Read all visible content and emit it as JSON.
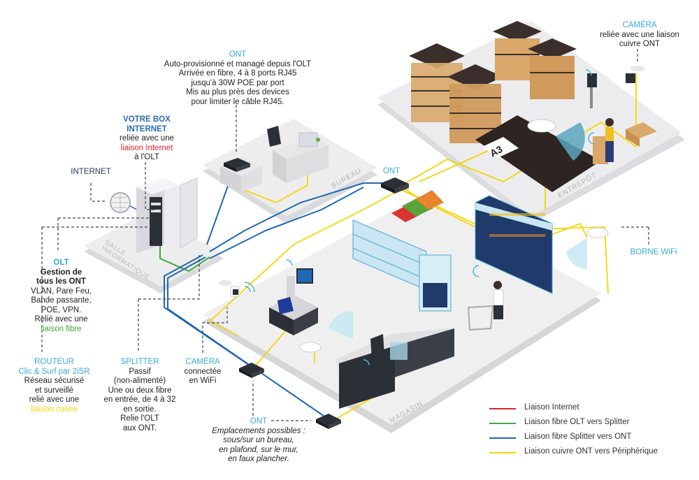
{
  "colors": {
    "internet": "#e2202a",
    "fibre_olt_splitter": "#3cab3c",
    "fibre_splitter_ont": "#1f68b4",
    "cuivre": "#f4d600",
    "accent_title": "#3aa9d8",
    "floor": "#eeeeef",
    "floor_edge": "#d9d9db",
    "dark": "#2b2f36",
    "box": "#d9a86a"
  },
  "rooms": {
    "salle": "SALLE INFORMATIQUE",
    "bureau": "BUREAU",
    "entrepot": "ENTREPÔT",
    "magasin": "MAGASIN",
    "aisle_marker": "A3"
  },
  "labels": {
    "ont_top": {
      "title": "ONT",
      "lines": [
        "Auto-provisionné et managé depuis l'OLT",
        "Arrivée en fibre, 4 à 8 ports RJ45",
        "jusqu'à 30W POE par port",
        "Mis au plus près des devices",
        "pour limiter le câble RJ45."
      ]
    },
    "box": {
      "title1": "VOTRE BOX",
      "title2": "INTERNET",
      "line1": "reliée avec une",
      "link": "liaison Internet",
      "line2": "à l'OLT"
    },
    "internet": "INTERNET",
    "olt": {
      "title": "OLT",
      "bold1": "Gestion de",
      "bold2": "tous les ONT",
      "line1": "VLAN, Pare Feu,",
      "line2": "Bande passante,",
      "line3": "POE, VPN.",
      "line4": "Relié avec une",
      "link": "liaison fibre"
    },
    "routeur": {
      "title1": "ROUTEUR",
      "title2": "Clic & Surf par 2iSR",
      "line1": "Réseau sécurisé",
      "line2": "et surveillé",
      "line3": "relié avec une",
      "link": "liaison cuivre"
    },
    "splitter": {
      "title": "SPLITTER",
      "lines": [
        "Passif",
        "(non-alimenté)",
        "Une ou deux fibre",
        "en entrée, de 4 à 32",
        "en sortie.",
        "Relie l'OLT",
        "aux ONT."
      ]
    },
    "camera_wifi": {
      "title": "CAMÉRA",
      "lines": [
        "connectée",
        "en WiFi"
      ]
    },
    "ont_bottom": {
      "title": "ONT",
      "lines": [
        "Emplacements possibles :",
        "sous/sur un bureau,",
        "en plafond, sur le mur,",
        "en faux plancher."
      ]
    },
    "ont_mid": "ONT",
    "camera_ont": {
      "title": "CAMÉRA",
      "lines": [
        "reliée avec une liaison",
        "cuivre ONT"
      ]
    },
    "borne": "BORNE WiFi"
  },
  "legend": [
    {
      "label": "Liaison Internet",
      "color": "#e2202a"
    },
    {
      "label": "Liaison fibre OLT vers Splitter",
      "color": "#3cab3c"
    },
    {
      "label": "Liaison fibre Splitter vers ONT",
      "color": "#1f68b4"
    },
    {
      "label": "Liaison cuivre ONT vers Périphérique",
      "color": "#f4d600"
    }
  ]
}
